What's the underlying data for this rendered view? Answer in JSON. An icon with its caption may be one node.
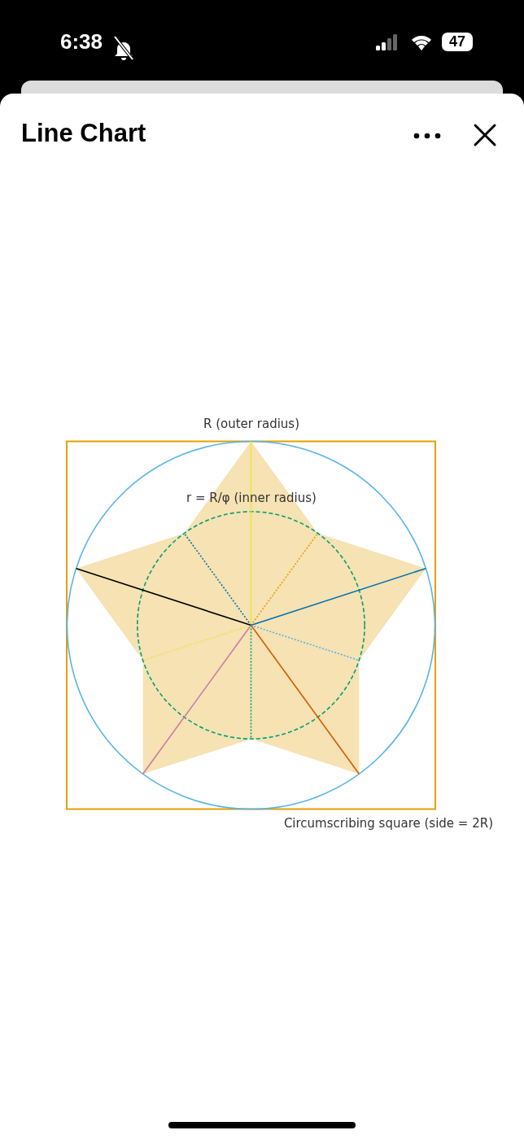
{
  "diagram": {
    "title": "Line Chart",
    "labels": [
      "6:38",
      "47",
      "R (outer radius)",
      "r = R/φ (inner radius)",
      "Circumscribing square (side = 2R)"
    ]
  }
}
